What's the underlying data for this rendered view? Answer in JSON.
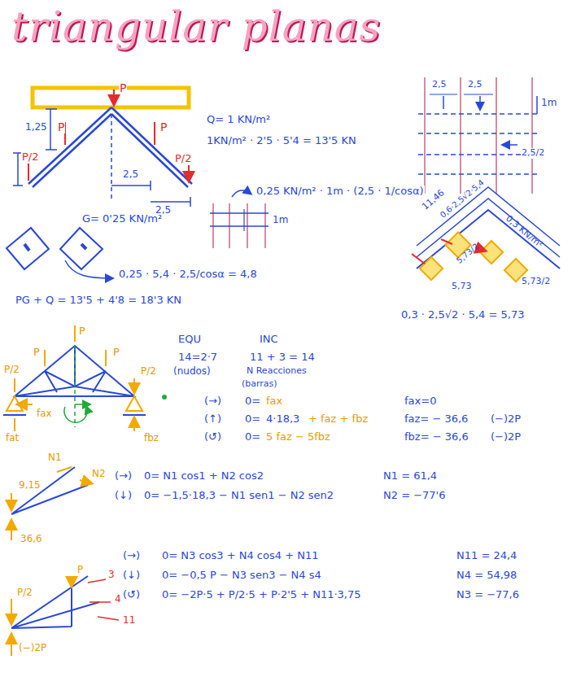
{
  "diagram": {
    "title": "triangular planas",
    "labels": [
      "P",
      "1,25",
      "P",
      "P",
      "P/2",
      "P/2",
      "2,5",
      "2,5",
      "Q= 1 KN/m²",
      "1KN/m² · 2'5 · 5'4 = 13'5 KN",
      "G= 0'25 KN/m²",
      "0,25 KN/m² · 1m · (2,5 · 1/cosα)",
      "1m",
      "0,25 · 5,4 · 2,5/cosα = 4,8",
      "PG + Q = 13'5 + 4'8 = 18'3 KN",
      "2,5",
      "2,5",
      "1m",
      "2,5/2",
      "11,46",
      "0,6·2,5√2·5,4",
      "0,3 KN/m²",
      "5,73/2",
      "5,73",
      "5,73/2",
      "0,3 · 2,5√2 · 5,4 = 5,73",
      "P",
      "P",
      "P",
      "P/2",
      "P/2",
      "fax",
      "fat",
      "fbz",
      "EQU",
      "INC",
      "14=2·7",
      "(nudos)",
      "11 + 3 = 14",
      "N Reacciones",
      "(barras)",
      "(→)",
      "0=",
      "fax",
      "(↑)",
      "0=",
      "4·18,3",
      "+ faz + fbz",
      "(↺)",
      "0=",
      "5 faz − 5fbz",
      "fax=0",
      "faz= − 36,6",
      "(−)2P",
      "fbz= − 36,6",
      "(−)2P",
      "9,15",
      "N1",
      "N2",
      "36,6",
      "(→)",
      "0= N1 cos1 + N2 cos2",
      "(↓)",
      "0= −1,5·18,3 − N1 sen1 − N2 sen2",
      "N1 = 61,4",
      "N2 = −77'6",
      "P",
      "3",
      "4",
      "11",
      "P/2",
      "(−)2P",
      "(→)",
      "0= N3 cos3 + N4 cos4 + N11",
      "(↓)",
      "0= −0,5 P − N3 sen3 − N4 s4",
      "(↺)",
      "0= −2P·5 + P/2·5 + P·2'5 + N11·3,75",
      "N11 = 24,4",
      "N4 = 54,98",
      "N3 = −77,6"
    ]
  }
}
